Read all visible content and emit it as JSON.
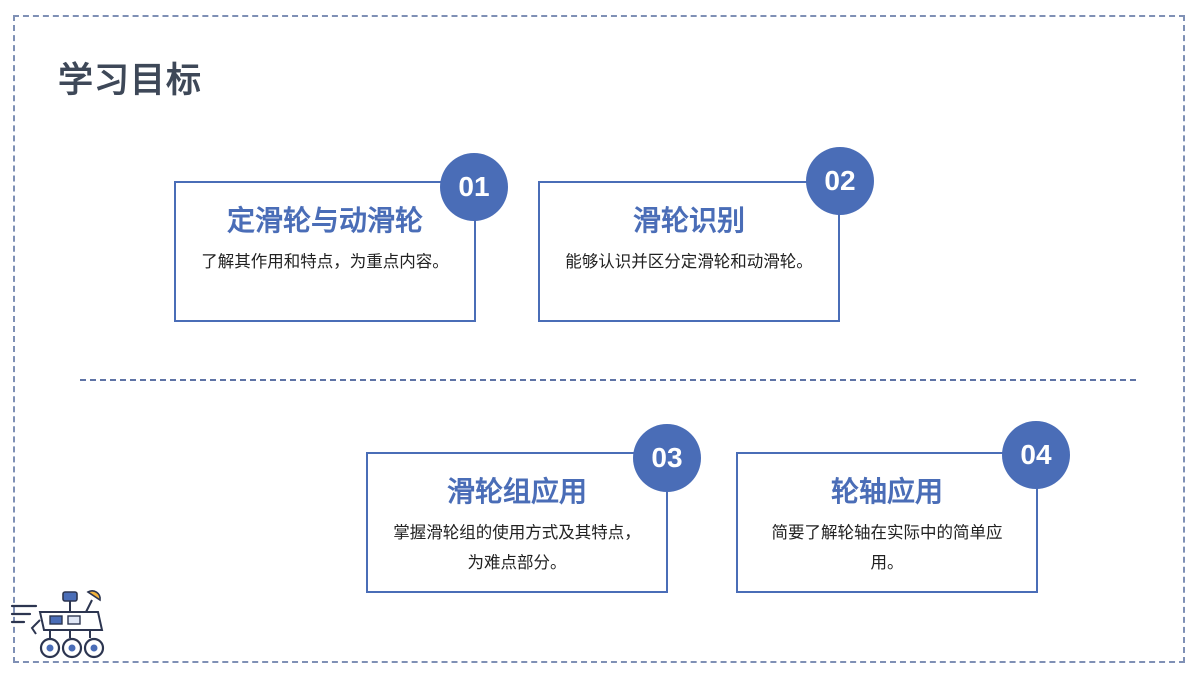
{
  "page": {
    "title": "学习目标"
  },
  "goals": [
    {
      "number": "01",
      "title": "定滑轮与动滑轮",
      "description": "了解其作用和特点，为重点内容。"
    },
    {
      "number": "02",
      "title": "滑轮识别",
      "description": "能够认识并区分定滑轮和动滑轮。"
    },
    {
      "number": "03",
      "title": "滑轮组应用",
      "description": "掌握滑轮组的使用方式及其特点，为难点部分。"
    },
    {
      "number": "04",
      "title": "轮轴应用",
      "description": "简要了解轮轴在实际中的简单应用。"
    }
  ],
  "decoration": {
    "robot_icon": "rover-robot-icon"
  },
  "colors": {
    "accent": "#4a6db7",
    "title_text": "#3e4858",
    "frame_dash": "#7f90b5"
  }
}
